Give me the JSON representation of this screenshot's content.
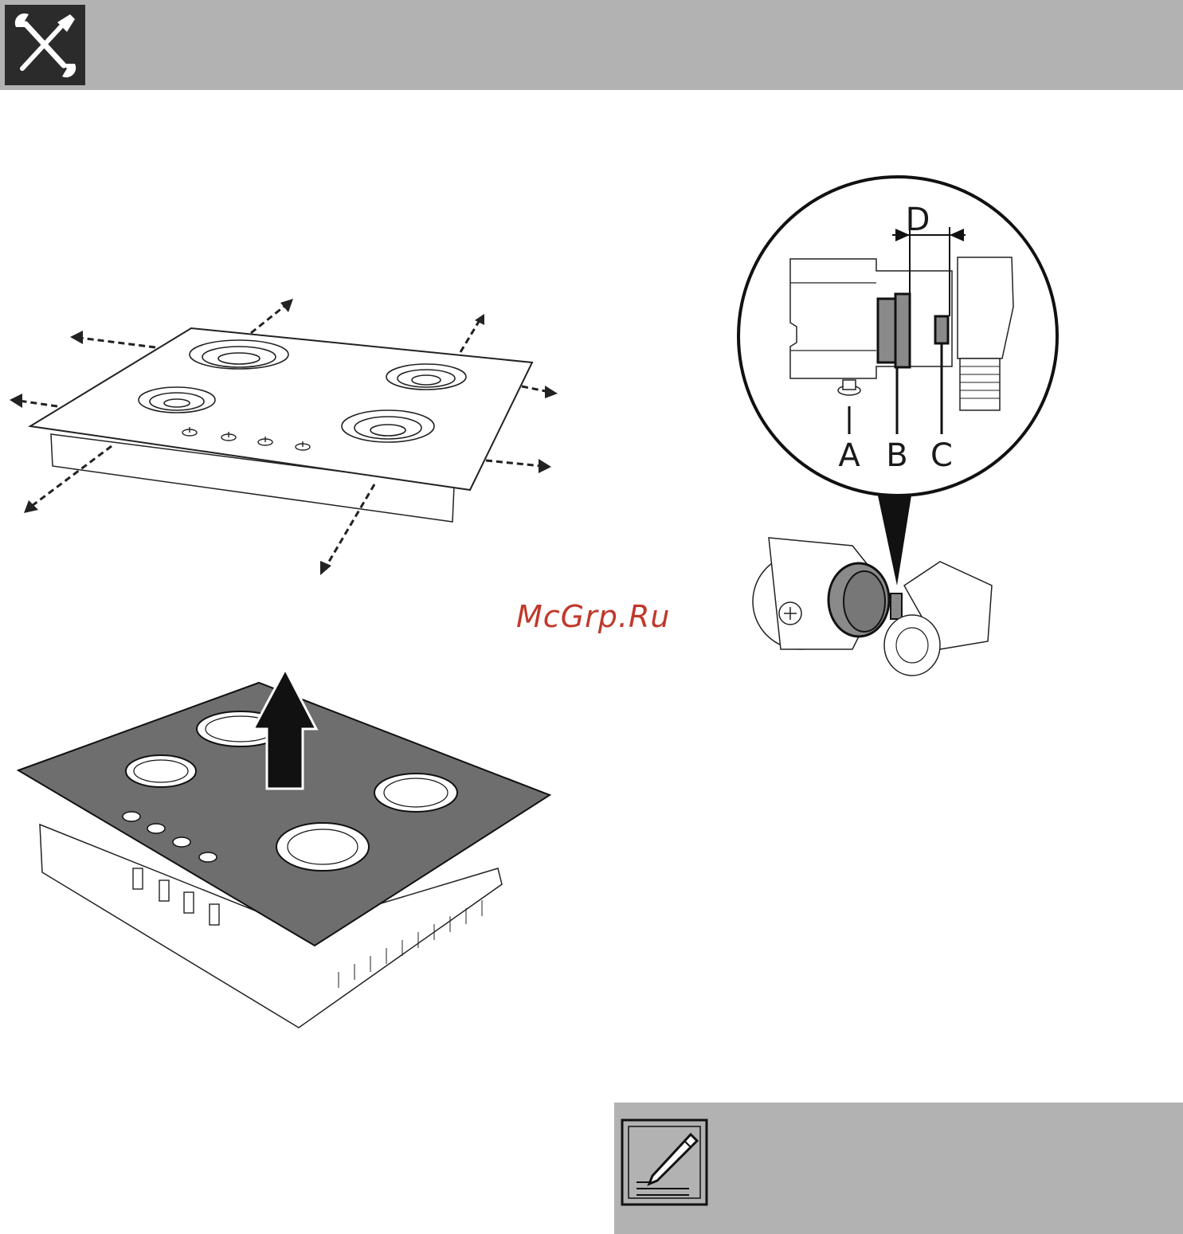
{
  "header": {
    "icon": "tools-icon"
  },
  "watermark": {
    "text": "McGrp.Ru"
  },
  "detail_diagram": {
    "labels": {
      "a": "A",
      "b": "B",
      "c": "C",
      "d": "D"
    }
  },
  "note": {
    "icon": "pencil-note-icon"
  },
  "colors": {
    "header_bg": "#b2b2b2",
    "watermark": "#c0392b",
    "panel_gray": "#6e6e6e"
  }
}
